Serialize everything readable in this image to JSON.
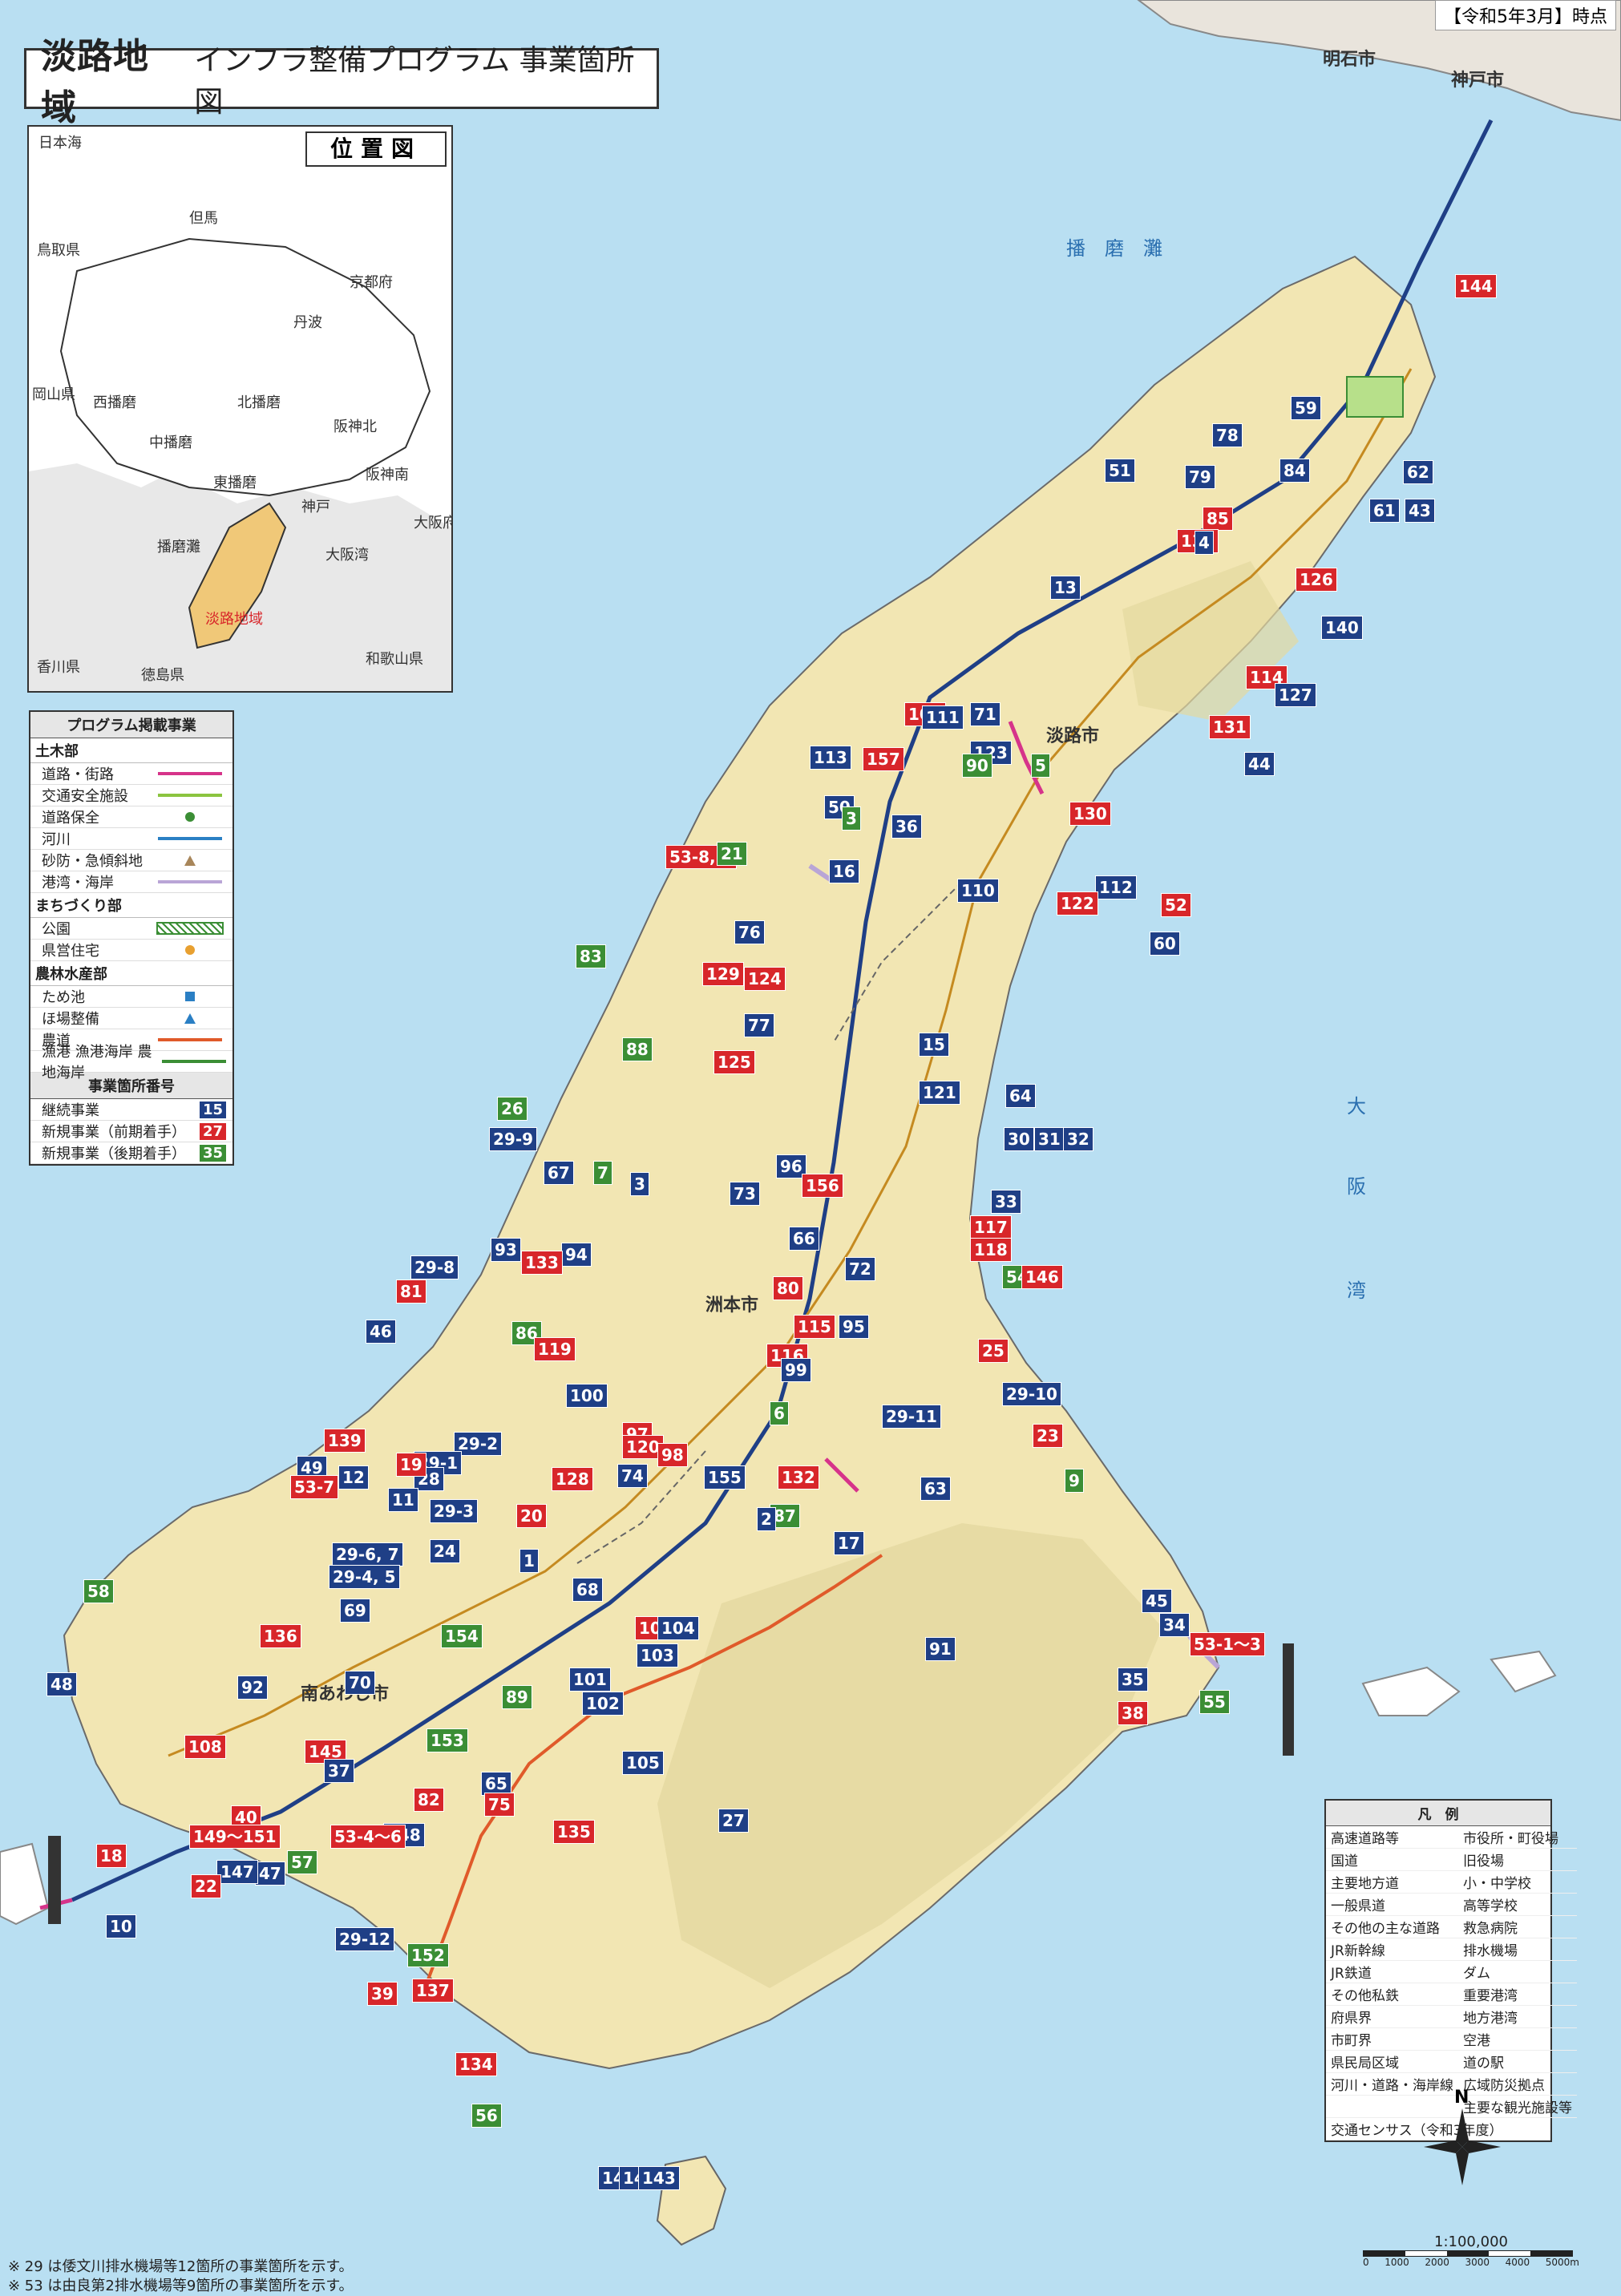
{
  "title": {
    "main": "淡路地域",
    "sub": "インフラ整備プログラム 事業箇所図"
  },
  "date_tag": "【令和5年3月】時点",
  "inset": {
    "title": "位置図",
    "labels": [
      {
        "t": "日本海"
      },
      {
        "t": "鳥取県"
      },
      {
        "t": "但馬"
      },
      {
        "t": "京都府"
      },
      {
        "t": "丹波"
      },
      {
        "t": "西播磨"
      },
      {
        "t": "中播磨"
      },
      {
        "t": "北播磨"
      },
      {
        "t": "阪神北"
      },
      {
        "t": "東播磨"
      },
      {
        "t": "阪神南"
      },
      {
        "t": "神戸"
      },
      {
        "t": "岡山県"
      },
      {
        "t": "播磨灘"
      },
      {
        "t": "大阪湾"
      },
      {
        "t": "大阪府"
      },
      {
        "t": "淡路地域"
      },
      {
        "t": "香川県"
      },
      {
        "t": "徳島県"
      },
      {
        "t": "和歌山県"
      }
    ]
  },
  "program_legend": {
    "header": "プログラム掲載事業",
    "sections": [
      {
        "name": "土木部",
        "rows": [
          {
            "label": "道路・街路",
            "color": "#d6338a",
            "kind": "line"
          },
          {
            "label": "交通安全施設",
            "color": "#8bc43f",
            "kind": "line"
          },
          {
            "label": "道路保全",
            "color": "#3b8e35",
            "kind": "dot"
          },
          {
            "label": "河川",
            "color": "#2a7fc4",
            "kind": "line-dot"
          },
          {
            "label": "砂防・急傾斜地",
            "color": "#a8865a",
            "kind": "tri"
          },
          {
            "label": "港湾・海岸",
            "color": "#b9a5d6",
            "kind": "line-dot"
          }
        ]
      },
      {
        "name": "まちづくり部",
        "rows": [
          {
            "label": "公園",
            "color": "#3b8e35",
            "kind": "hatch"
          },
          {
            "label": "県営住宅",
            "color": "#e8a030",
            "kind": "dot"
          }
        ]
      },
      {
        "name": "農林水産部",
        "rows": [
          {
            "label": "ため池",
            "color": "#2a7fc4",
            "kind": "square"
          },
          {
            "label": "ほ場整備",
            "color": "#2a7fc4",
            "kind": "tri"
          },
          {
            "label": "農道",
            "color": "#e05a2a",
            "kind": "line"
          },
          {
            "label": "漁港 漁港海岸 農地海岸",
            "color": "#3b8e35",
            "kind": "line-dot"
          }
        ]
      }
    ],
    "number_header": "事業箇所番号",
    "numbers": [
      {
        "label": "継続事業",
        "num": "15",
        "color": "#1f3f86"
      },
      {
        "label": "新規事業（前期着手）",
        "num": "27",
        "color": "#d8262a"
      },
      {
        "label": "新規事業（後期着手）",
        "num": "35",
        "color": "#3b8e35"
      }
    ]
  },
  "places": [
    {
      "t": "淡路市"
    },
    {
      "t": "洲本市"
    },
    {
      "t": "南あわじ市"
    },
    {
      "t": "明石市"
    },
    {
      "t": "神戸市"
    }
  ],
  "seas": [
    {
      "t": "播　磨　灘"
    },
    {
      "t": "大"
    },
    {
      "t": "阪"
    },
    {
      "t": "湾"
    }
  ],
  "labels": [
    {
      "t": "144",
      "c": "red"
    },
    {
      "t": "59",
      "c": "navy"
    },
    {
      "t": "78",
      "c": "navy"
    },
    {
      "t": "79",
      "c": "navy"
    },
    {
      "t": "84",
      "c": "navy"
    },
    {
      "t": "62",
      "c": "navy"
    },
    {
      "t": "61",
      "c": "navy"
    },
    {
      "t": "43",
      "c": "navy"
    },
    {
      "t": "51",
      "c": "navy"
    },
    {
      "t": "85",
      "c": "red"
    },
    {
      "t": "138",
      "c": "red"
    },
    {
      "t": "4",
      "c": "navy"
    },
    {
      "t": "13",
      "c": "navy"
    },
    {
      "t": "126",
      "c": "red"
    },
    {
      "t": "140",
      "c": "navy"
    },
    {
      "t": "114",
      "c": "red"
    },
    {
      "t": "127",
      "c": "navy"
    },
    {
      "t": "109",
      "c": "red"
    },
    {
      "t": "111",
      "c": "navy"
    },
    {
      "t": "71",
      "c": "navy"
    },
    {
      "t": "123",
      "c": "navy"
    },
    {
      "t": "90",
      "c": "green"
    },
    {
      "t": "5",
      "c": "green"
    },
    {
      "t": "131",
      "c": "red"
    },
    {
      "t": "44",
      "c": "navy"
    },
    {
      "t": "113",
      "c": "navy"
    },
    {
      "t": "157",
      "c": "red"
    },
    {
      "t": "50",
      "c": "navy"
    },
    {
      "t": "3",
      "c": "green"
    },
    {
      "t": "36",
      "c": "navy"
    },
    {
      "t": "130",
      "c": "red"
    },
    {
      "t": "53-8, 9",
      "c": "red"
    },
    {
      "t": "21",
      "c": "green"
    },
    {
      "t": "16",
      "c": "navy"
    },
    {
      "t": "110",
      "c": "navy"
    },
    {
      "t": "112",
      "c": "navy"
    },
    {
      "t": "122",
      "c": "red"
    },
    {
      "t": "52",
      "c": "red"
    },
    {
      "t": "60",
      "c": "navy"
    },
    {
      "t": "83",
      "c": "green"
    },
    {
      "t": "76",
      "c": "navy"
    },
    {
      "t": "129",
      "c": "red"
    },
    {
      "t": "124",
      "c": "red"
    },
    {
      "t": "77",
      "c": "navy"
    },
    {
      "t": "88",
      "c": "green"
    },
    {
      "t": "15",
      "c": "navy"
    },
    {
      "t": "125",
      "c": "red"
    },
    {
      "t": "121",
      "c": "navy"
    },
    {
      "t": "64",
      "c": "navy"
    },
    {
      "t": "26",
      "c": "green"
    },
    {
      "t": "29-9",
      "c": "navy"
    },
    {
      "t": "67",
      "c": "navy"
    },
    {
      "t": "7",
      "c": "green"
    },
    {
      "t": "3",
      "c": "navy"
    },
    {
      "t": "30",
      "c": "navy"
    },
    {
      "t": "31",
      "c": "navy"
    },
    {
      "t": "32",
      "c": "navy"
    },
    {
      "t": "73",
      "c": "navy"
    },
    {
      "t": "96",
      "c": "navy"
    },
    {
      "t": "156",
      "c": "red"
    },
    {
      "t": "33",
      "c": "navy"
    },
    {
      "t": "117",
      "c": "red"
    },
    {
      "t": "66",
      "c": "navy"
    },
    {
      "t": "118",
      "c": "red"
    },
    {
      "t": "29-8",
      "c": "navy"
    },
    {
      "t": "93",
      "c": "navy"
    },
    {
      "t": "94",
      "c": "navy"
    },
    {
      "t": "133",
      "c": "red"
    },
    {
      "t": "72",
      "c": "navy"
    },
    {
      "t": "54",
      "c": "green"
    },
    {
      "t": "146",
      "c": "red"
    },
    {
      "t": "81",
      "c": "red"
    },
    {
      "t": "80",
      "c": "red"
    },
    {
      "t": "86",
      "c": "green"
    },
    {
      "t": "95",
      "c": "navy"
    },
    {
      "t": "115",
      "c": "red"
    },
    {
      "t": "46",
      "c": "navy"
    },
    {
      "t": "119",
      "c": "red"
    },
    {
      "t": "116",
      "c": "red"
    },
    {
      "t": "99",
      "c": "navy"
    },
    {
      "t": "25",
      "c": "red"
    },
    {
      "t": "100",
      "c": "navy"
    },
    {
      "t": "6",
      "c": "green"
    },
    {
      "t": "29-10",
      "c": "navy"
    },
    {
      "t": "29-11",
      "c": "navy"
    },
    {
      "t": "139",
      "c": "red"
    },
    {
      "t": "29-2",
      "c": "navy"
    },
    {
      "t": "29-1",
      "c": "navy"
    },
    {
      "t": "28",
      "c": "navy"
    },
    {
      "t": "97",
      "c": "red"
    },
    {
      "t": "120",
      "c": "red"
    },
    {
      "t": "98",
      "c": "red"
    },
    {
      "t": "23",
      "c": "red"
    },
    {
      "t": "49",
      "c": "navy"
    },
    {
      "t": "12",
      "c": "navy"
    },
    {
      "t": "19",
      "c": "red"
    },
    {
      "t": "53-7",
      "c": "red"
    },
    {
      "t": "11",
      "c": "navy"
    },
    {
      "t": "128",
      "c": "red"
    },
    {
      "t": "74",
      "c": "navy"
    },
    {
      "t": "155",
      "c": "navy"
    },
    {
      "t": "132",
      "c": "red"
    },
    {
      "t": "63",
      "c": "navy"
    },
    {
      "t": "9",
      "c": "green"
    },
    {
      "t": "29-3",
      "c": "navy"
    },
    {
      "t": "20",
      "c": "red"
    },
    {
      "t": "87",
      "c": "green"
    },
    {
      "t": "2",
      "c": "navy"
    },
    {
      "t": "29-6, 7",
      "c": "navy"
    },
    {
      "t": "29-4, 5",
      "c": "navy"
    },
    {
      "t": "24",
      "c": "navy"
    },
    {
      "t": "1",
      "c": "navy"
    },
    {
      "t": "17",
      "c": "navy"
    },
    {
      "t": "68",
      "c": "navy"
    },
    {
      "t": "45",
      "c": "navy"
    },
    {
      "t": "58",
      "c": "green"
    },
    {
      "t": "69",
      "c": "navy"
    },
    {
      "t": "34",
      "c": "navy"
    },
    {
      "t": "53-1～3",
      "c": "red"
    },
    {
      "t": "107",
      "c": "red"
    },
    {
      "t": "104",
      "c": "navy"
    },
    {
      "t": "136",
      "c": "red"
    },
    {
      "t": "154",
      "c": "green"
    },
    {
      "t": "103",
      "c": "navy"
    },
    {
      "t": "101",
      "c": "navy"
    },
    {
      "t": "91",
      "c": "navy"
    },
    {
      "t": "35",
      "c": "navy"
    },
    {
      "t": "48",
      "c": "navy"
    },
    {
      "t": "92",
      "c": "navy"
    },
    {
      "t": "70",
      "c": "navy"
    },
    {
      "t": "89",
      "c": "green"
    },
    {
      "t": "102",
      "c": "navy"
    },
    {
      "t": "55",
      "c": "green"
    },
    {
      "t": "38",
      "c": "red"
    },
    {
      "t": "108",
      "c": "red"
    },
    {
      "t": "153",
      "c": "green"
    },
    {
      "t": "145",
      "c": "red"
    },
    {
      "t": "105",
      "c": "navy"
    },
    {
      "t": "37",
      "c": "navy"
    },
    {
      "t": "65",
      "c": "navy"
    },
    {
      "t": "82",
      "c": "red"
    },
    {
      "t": "75",
      "c": "red"
    },
    {
      "t": "40",
      "c": "red"
    },
    {
      "t": "135",
      "c": "red"
    },
    {
      "t": "27",
      "c": "navy"
    },
    {
      "t": "149～151",
      "c": "red"
    },
    {
      "t": "148",
      "c": "navy"
    },
    {
      "t": "18",
      "c": "red"
    },
    {
      "t": "53-4～6",
      "c": "red"
    },
    {
      "t": "57",
      "c": "green"
    },
    {
      "t": "47",
      "c": "navy"
    },
    {
      "t": "147",
      "c": "navy"
    },
    {
      "t": "22",
      "c": "red"
    },
    {
      "t": "10",
      "c": "navy"
    },
    {
      "t": "29-12",
      "c": "navy"
    },
    {
      "t": "152",
      "c": "green"
    },
    {
      "t": "137",
      "c": "red"
    },
    {
      "t": "39",
      "c": "red"
    },
    {
      "t": "134",
      "c": "red"
    },
    {
      "t": "56",
      "c": "green"
    },
    {
      "t": "141",
      "c": "navy"
    },
    {
      "t": "142",
      "c": "navy"
    },
    {
      "t": "143",
      "c": "navy"
    }
  ],
  "base_legend": {
    "header": "凡　例",
    "rows": [
      [
        "高速道路等",
        "市役所・町役場"
      ],
      [
        "国道",
        "旧役場"
      ],
      [
        "主要地方道",
        "小・中学校"
      ],
      [
        "一般県道",
        "高等学校"
      ],
      [
        "その他の主な道路",
        "救急病院"
      ],
      [
        "JR新幹線",
        "排水機場"
      ],
      [
        "JR鉄道",
        "ダム"
      ],
      [
        "その他私鉄",
        "重要港湾"
      ],
      [
        "府県界",
        "地方港湾"
      ],
      [
        "市町界",
        "空港"
      ],
      [
        "県民局区域",
        "道の駅"
      ],
      [
        "河川・道路・海岸線",
        "広域防災拠点"
      ],
      [
        "",
        "主要な観光施設等"
      ]
    ],
    "footer": "交通センサス（令和3年度）"
  },
  "notes": [
    "※ 29 は倭文川排水機場等12箇所の事業箇所を示す。",
    "※ 53 は由良第2排水機場等9箇所の事業箇所を示す。"
  ],
  "compass_label": "N",
  "scale": {
    "ratio": "1:100,000",
    "ticks": [
      "0",
      "1000",
      "2000",
      "3000",
      "4000",
      "5000m"
    ]
  },
  "colors": {
    "sea": "#b9dff2",
    "land": "#f2e6b3",
    "hills": "#e4d8a0",
    "navy": "#1f3f86",
    "red": "#d8262a",
    "green": "#3b8e35",
    "road": "#d6338a"
  }
}
